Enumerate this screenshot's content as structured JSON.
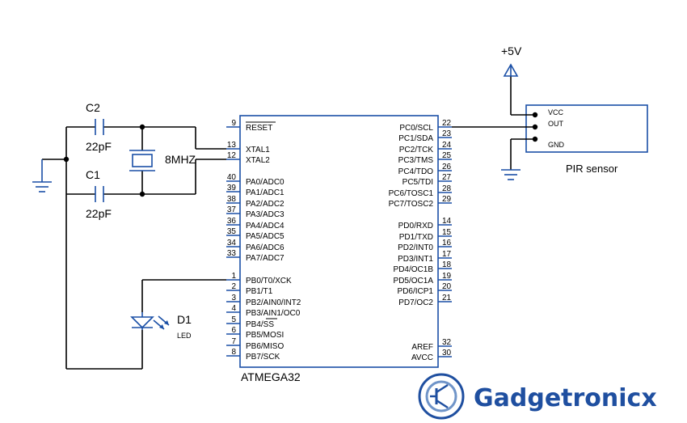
{
  "mcu": {
    "name": "ATMEGA32",
    "left_pins": [
      {
        "num": "9",
        "label": "RESET",
        "overline": true
      },
      {
        "num": "13",
        "label": "XTAL1"
      },
      {
        "num": "12",
        "label": "XTAL2"
      },
      {
        "num": "40",
        "label": "PA0/ADC0"
      },
      {
        "num": "39",
        "label": "PA1/ADC1"
      },
      {
        "num": "38",
        "label": "PA2/ADC2"
      },
      {
        "num": "37",
        "label": "PA3/ADC3"
      },
      {
        "num": "36",
        "label": "PA4/ADC4"
      },
      {
        "num": "35",
        "label": "PA5/ADC5"
      },
      {
        "num": "34",
        "label": "PA6/ADC6"
      },
      {
        "num": "33",
        "label": "PA7/ADC7"
      },
      {
        "num": "1",
        "label": "PB0/T0/XCK"
      },
      {
        "num": "2",
        "label": "PB1/T1"
      },
      {
        "num": "3",
        "label": "PB2/AIN0/INT2"
      },
      {
        "num": "4",
        "label": "PB3/AIN1/OC0"
      },
      {
        "num": "5",
        "label": "PB4/SS"
      },
      {
        "num": "6",
        "label": "PB5/MOSI"
      },
      {
        "num": "7",
        "label": "PB6/MISO"
      },
      {
        "num": "8",
        "label": "PB7/SCK"
      }
    ],
    "right_pins": [
      {
        "num": "22",
        "label": "PC0/SCL"
      },
      {
        "num": "23",
        "label": "PC1/SDA"
      },
      {
        "num": "24",
        "label": "PC2/TCK"
      },
      {
        "num": "25",
        "label": "PC3/TMS"
      },
      {
        "num": "26",
        "label": "PC4/TDO"
      },
      {
        "num": "27",
        "label": "PC5/TDI"
      },
      {
        "num": "28",
        "label": "PC6/TOSC1"
      },
      {
        "num": "29",
        "label": "PC7/TOSC2"
      },
      {
        "num": "14",
        "label": "PD0/RXD"
      },
      {
        "num": "15",
        "label": "PD1/TXD"
      },
      {
        "num": "16",
        "label": "PD2/INT0"
      },
      {
        "num": "17",
        "label": "PD3/INT1"
      },
      {
        "num": "18",
        "label": "PD4/OC1B"
      },
      {
        "num": "19",
        "label": "PD5/OC1A"
      },
      {
        "num": "20",
        "label": "PD6/ICP1"
      },
      {
        "num": "21",
        "label": "PD7/OC2"
      },
      {
        "num": "32",
        "label": "AREF"
      },
      {
        "num": "30",
        "label": "AVCC"
      }
    ]
  },
  "components": {
    "c2_name": "C2",
    "c2_value": "22pF",
    "c1_name": "C1",
    "c1_value": "22pF",
    "crystal_value": "8MHZ",
    "led_name": "D1",
    "led_type": "LED"
  },
  "sensor": {
    "title": "PIR sensor",
    "pin_vcc": "VCC",
    "pin_out": "OUT",
    "pin_gnd": "GND",
    "supply": "+5V"
  },
  "brand": {
    "name": "Gadgetronicx",
    "color": "#1f4fa0"
  },
  "colors": {
    "component": "#1a4fa6",
    "wire": "#000000"
  }
}
